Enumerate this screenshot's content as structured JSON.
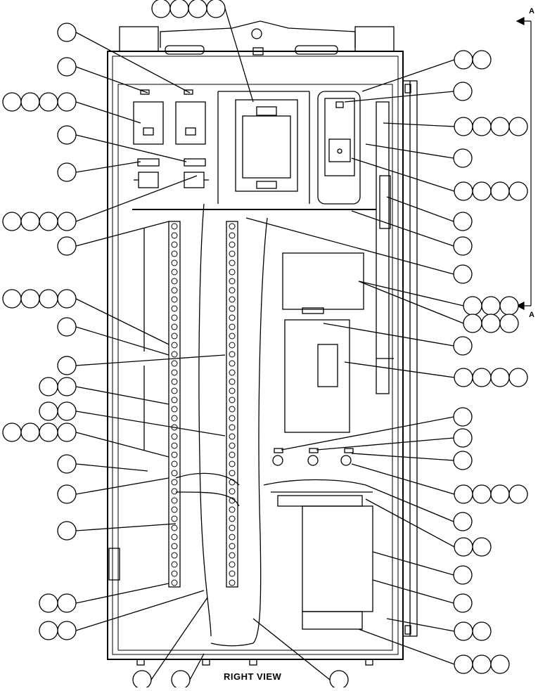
{
  "caption": "RIGHT VIEW",
  "section_labels": {
    "top": "A",
    "bottom": "A"
  },
  "colors": {
    "line": "#000000",
    "background": "#ffffff"
  }
}
